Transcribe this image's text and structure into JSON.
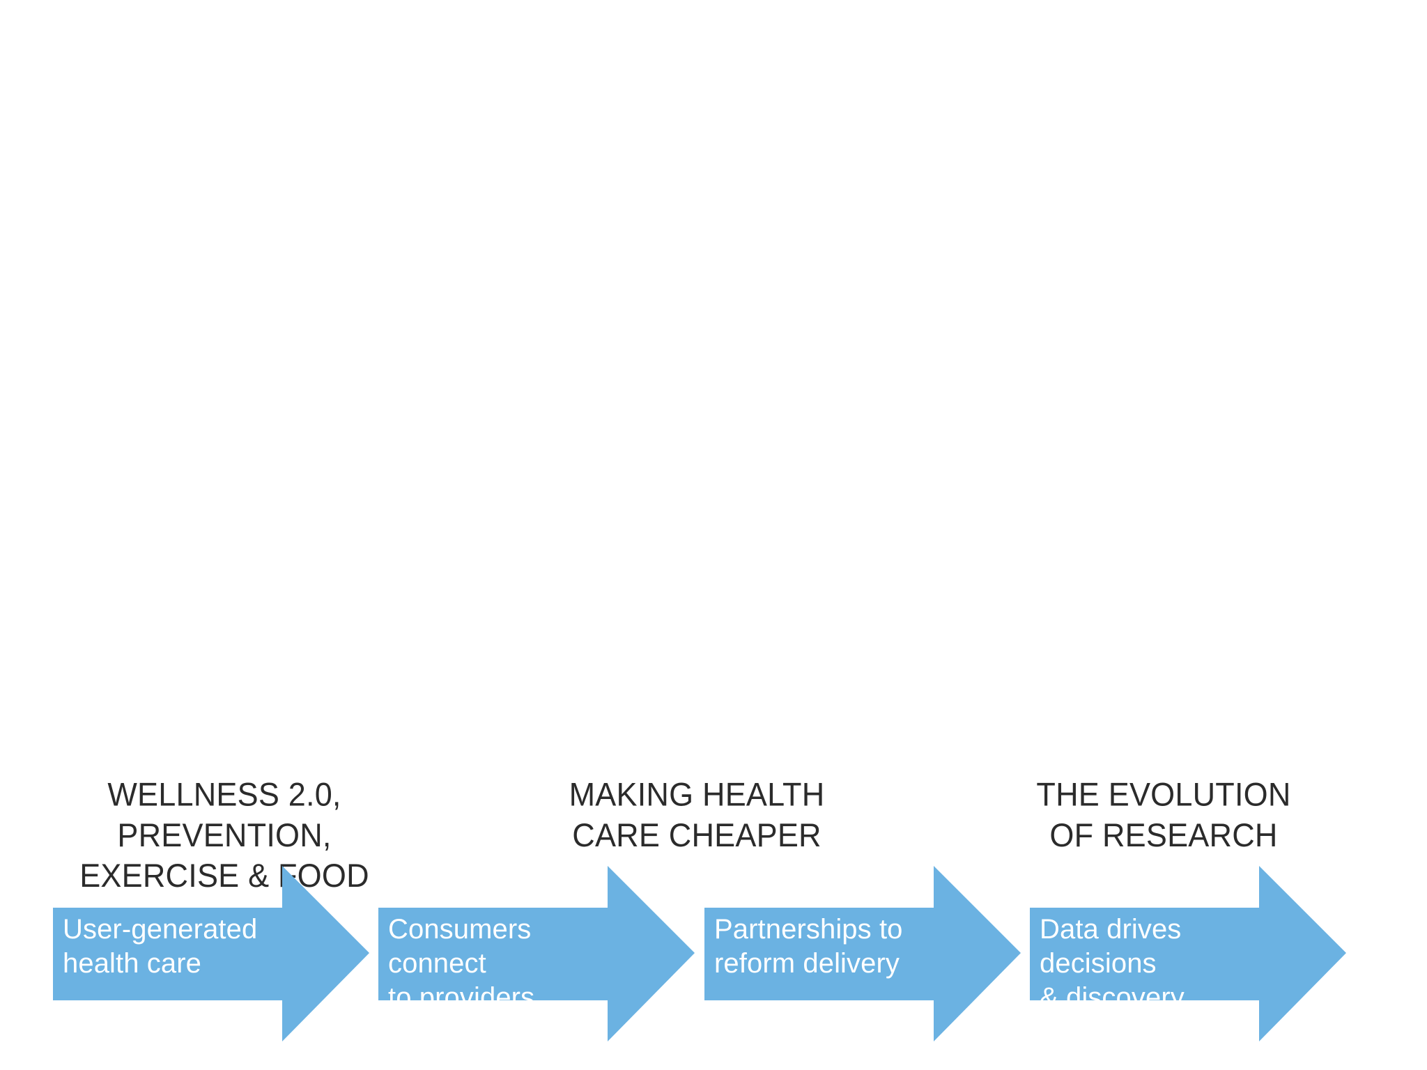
{
  "slide": {
    "background_color": "#ffffff",
    "accent_color": "#6BB2E2",
    "heading_color": "#2b2b2b",
    "arrow_label_color": "#ffffff"
  },
  "headings": [
    {
      "text": "WELLNESS 2.0, PREVENTION,\nEXERCISE & FOOD"
    },
    {
      "text": "MAKING HEALTH\nCARE CHEAPER"
    },
    {
      "text": "THE EVOLUTION\nOF RESEARCH"
    }
  ],
  "arrows": [
    {
      "label": "User-generated\nhealth care"
    },
    {
      "label": "Consumers connect\nto providers"
    },
    {
      "label": "Partnerships to\nreform delivery"
    },
    {
      "label": "Data drives decisions\n& discovery"
    }
  ]
}
